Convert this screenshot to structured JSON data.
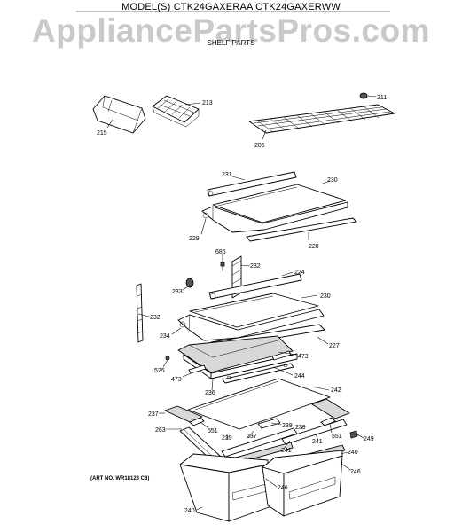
{
  "header": {
    "model_title": "MODEL(S) CTK24GAXERAA  CTK24GAXERWW",
    "watermark": "AppliancePartsPros.com",
    "section_title": "SHELF PARTS"
  },
  "footer": {
    "art_no": "(ART NO. WR18123 C8)"
  },
  "part_labels": [
    {
      "id": "lbl-213",
      "text": "213"
    },
    {
      "id": "lbl-215",
      "text": "215"
    },
    {
      "id": "lbl-211",
      "text": "211"
    },
    {
      "id": "lbl-205",
      "text": "205"
    },
    {
      "id": "lbl-231",
      "text": "231"
    },
    {
      "id": "lbl-230a",
      "text": "230"
    },
    {
      "id": "lbl-229",
      "text": "229"
    },
    {
      "id": "lbl-228",
      "text": "228"
    },
    {
      "id": "lbl-685",
      "text": "685"
    },
    {
      "id": "lbl-232a",
      "text": "232"
    },
    {
      "id": "lbl-224",
      "text": "224"
    },
    {
      "id": "lbl-233",
      "text": "233"
    },
    {
      "id": "lbl-230b",
      "text": "230"
    },
    {
      "id": "lbl-232b",
      "text": "232"
    },
    {
      "id": "lbl-234",
      "text": "234"
    },
    {
      "id": "lbl-227",
      "text": "227"
    },
    {
      "id": "lbl-473a",
      "text": "473"
    },
    {
      "id": "lbl-525",
      "text": "525"
    },
    {
      "id": "lbl-473b",
      "text": "473"
    },
    {
      "id": "lbl-244",
      "text": "244"
    },
    {
      "id": "lbl-242",
      "text": "242"
    },
    {
      "id": "lbl-236",
      "text": "236"
    },
    {
      "id": "lbl-237a",
      "text": "237"
    },
    {
      "id": "lbl-263",
      "text": "263"
    },
    {
      "id": "lbl-551a",
      "text": "551"
    },
    {
      "id": "lbl-239a",
      "text": "239"
    },
    {
      "id": "lbl-239b",
      "text": "239"
    },
    {
      "id": "lbl-239c",
      "text": "239"
    },
    {
      "id": "lbl-237b",
      "text": "237"
    },
    {
      "id": "lbl-241a",
      "text": "241"
    },
    {
      "id": "lbl-551b",
      "text": "551"
    },
    {
      "id": "lbl-249",
      "text": "249"
    },
    {
      "id": "lbl-241b",
      "text": "241"
    },
    {
      "id": "lbl-240a",
      "text": "240"
    },
    {
      "id": "lbl-246a",
      "text": "246"
    },
    {
      "id": "lbl-246b",
      "text": "246"
    },
    {
      "id": "lbl-240b",
      "text": "240"
    }
  ]
}
